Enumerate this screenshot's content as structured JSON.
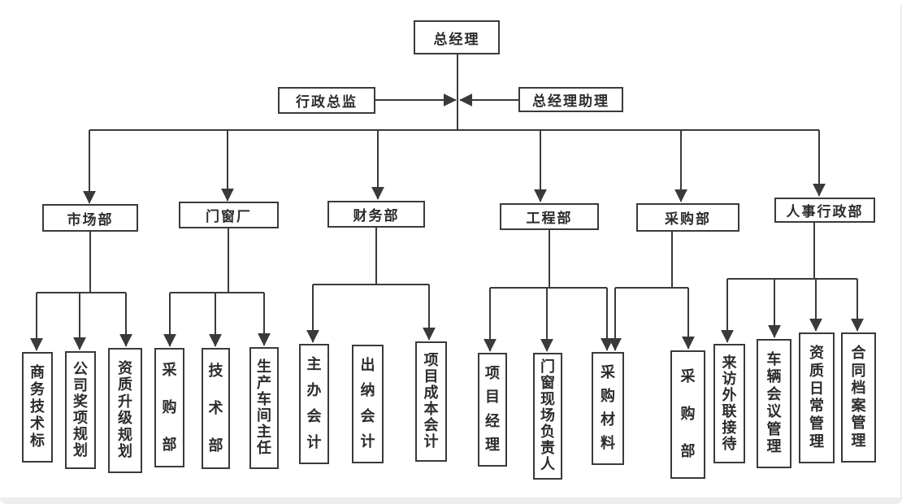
{
  "palette": {
    "line_color": "#3a3a3a",
    "text_color": "#2c2c2c",
    "box_background": "#ffffff",
    "canvas_background": "#ffffff",
    "frame_color": "#efecec"
  },
  "org": {
    "root": {
      "label": "总经理"
    },
    "staff": [
      {
        "label": "行政总监"
      },
      {
        "label": "总经理助理"
      }
    ],
    "departments": [
      {
        "label": "市场部",
        "children": [
          {
            "label": "商务技术标"
          },
          {
            "label": "公司奖项规划"
          },
          {
            "label": "资质升级规划"
          }
        ]
      },
      {
        "label": "门窗厂",
        "children": [
          {
            "label": "采购部"
          },
          {
            "label": "技术部"
          },
          {
            "label": "生产车间主任"
          }
        ]
      },
      {
        "label": "财务部",
        "children": [
          {
            "label": "主办会计"
          },
          {
            "label": "出纳会计"
          },
          {
            "label": "项目成本会计"
          }
        ]
      },
      {
        "label": "工程部",
        "children": [
          {
            "label": "项目经理"
          },
          {
            "label": "门窗现场负责人"
          },
          {
            "label": "采购材料"
          }
        ]
      },
      {
        "label": "采购部",
        "children": [
          {
            "label": "采购部"
          }
        ]
      },
      {
        "label": "人事行政部",
        "children": [
          {
            "label": "来访外联接待"
          },
          {
            "label": "车辆会议管理"
          },
          {
            "label": "资质日常管理"
          },
          {
            "label": "合同档案管理"
          }
        ]
      }
    ]
  }
}
